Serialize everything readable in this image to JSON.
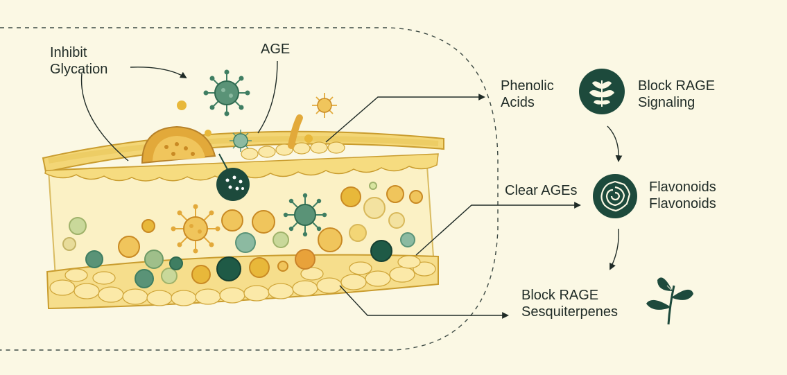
{
  "labels": {
    "inhibit_line1": "Inhibit",
    "inhibit_line2": "Glycation",
    "age": "AGE",
    "phenolic_line1": "Phenolic",
    "phenolic_line2": "Acids",
    "block_rage_signal_line1": "Block RAGE",
    "block_rage_signal_line2": "Signaling",
    "clear_ages": "Clear AGEs",
    "flavonoids_line1": "Flavonoids",
    "flavonoids_line2": "Flavonoids",
    "block_rage_line1": "Block RAGE",
    "sesquiterpenes": "Sesquiterpenes"
  },
  "icons": {
    "phenolic": "leaf-branch-icon",
    "flavonoids": "swirl-icon",
    "sesquiterpenes": "plant-sprig-icon"
  },
  "colors": {
    "background": "#fbf8e4",
    "teal_dark": "#1d4a3c",
    "teal_mid": "#4f8a6e",
    "gold": "#e8b83a",
    "tissue": "#f7e7a6",
    "text": "#1f2b26"
  }
}
